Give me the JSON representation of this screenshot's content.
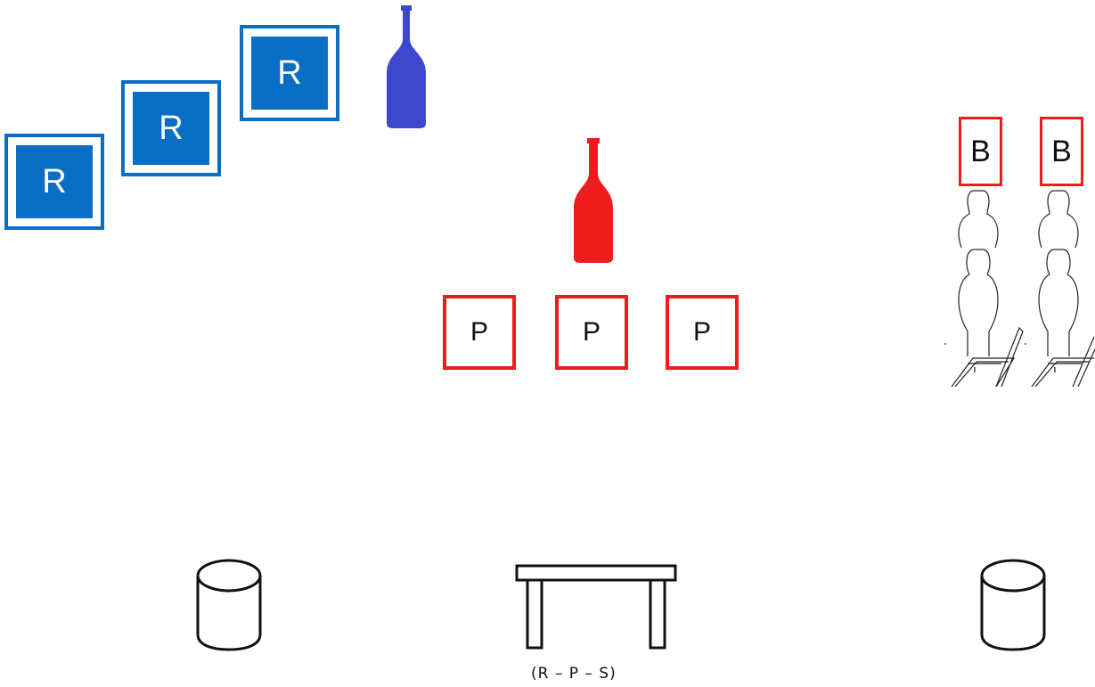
{
  "stage": {
    "rifle_targets": [
      {
        "label": "R",
        "color": "#0a6fc4"
      },
      {
        "label": "R",
        "color": "#0a6fc4"
      },
      {
        "label": "R",
        "color": "#0a6fc4"
      }
    ],
    "pistol_targets": [
      {
        "label": "P",
        "color": "#ee1c1c"
      },
      {
        "label": "P",
        "color": "#ee1c1c"
      },
      {
        "label": "P",
        "color": "#ee1c1c"
      }
    ],
    "bonus_targets": [
      {
        "label": "B",
        "color": "#ee1c1c"
      },
      {
        "label": "B",
        "color": "#ee1c1c"
      }
    ],
    "bottles": [
      {
        "icon": "bottle-icon",
        "color": "#3f48cc"
      },
      {
        "icon": "bottle-icon",
        "color": "#ee1c1c"
      }
    ],
    "table_caption": "(R – P – S)",
    "props": [
      "barrel-icon",
      "table-icon",
      "barrel-icon",
      "steel-silhouette-icon",
      "steel-silhouette-icon"
    ]
  }
}
